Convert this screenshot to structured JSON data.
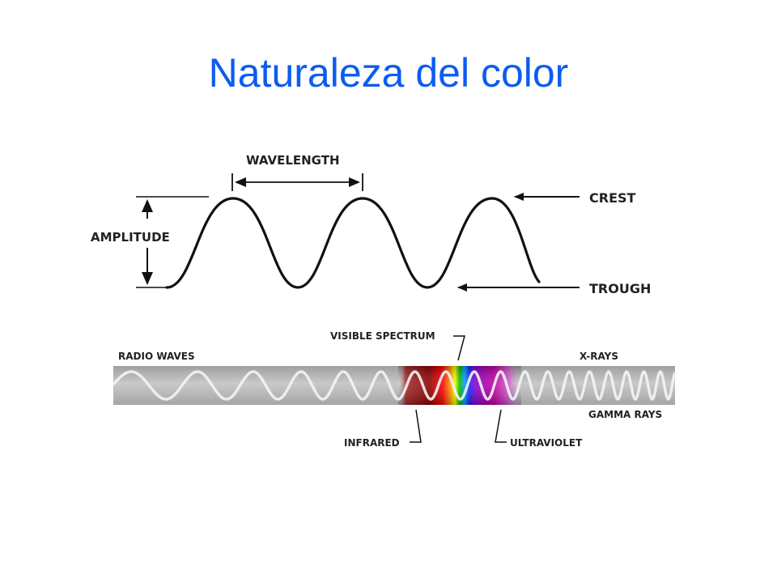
{
  "slide": {
    "title": "Naturaleza del color"
  },
  "wave_diagram": {
    "wavelength_label": "WAVELENGTH",
    "amplitude_label": "AMPLITUDE",
    "crest_label": "CREST",
    "trough_label": "TROUGH"
  },
  "spectrum_diagram": {
    "visible_spectrum_label": "VISIBLE SPECTRUM",
    "radio_waves_label": "RADIO WAVES",
    "x_rays_label": "X-RAYS",
    "gamma_rays_label": "GAMMA RAYS",
    "infrared_label": "INFRARED",
    "ultraviolet_label": "ULTRAVIOLET"
  },
  "colors": {
    "title": "#0b5cf0",
    "line": "#111111",
    "band_gray": "#b7b7b7"
  }
}
